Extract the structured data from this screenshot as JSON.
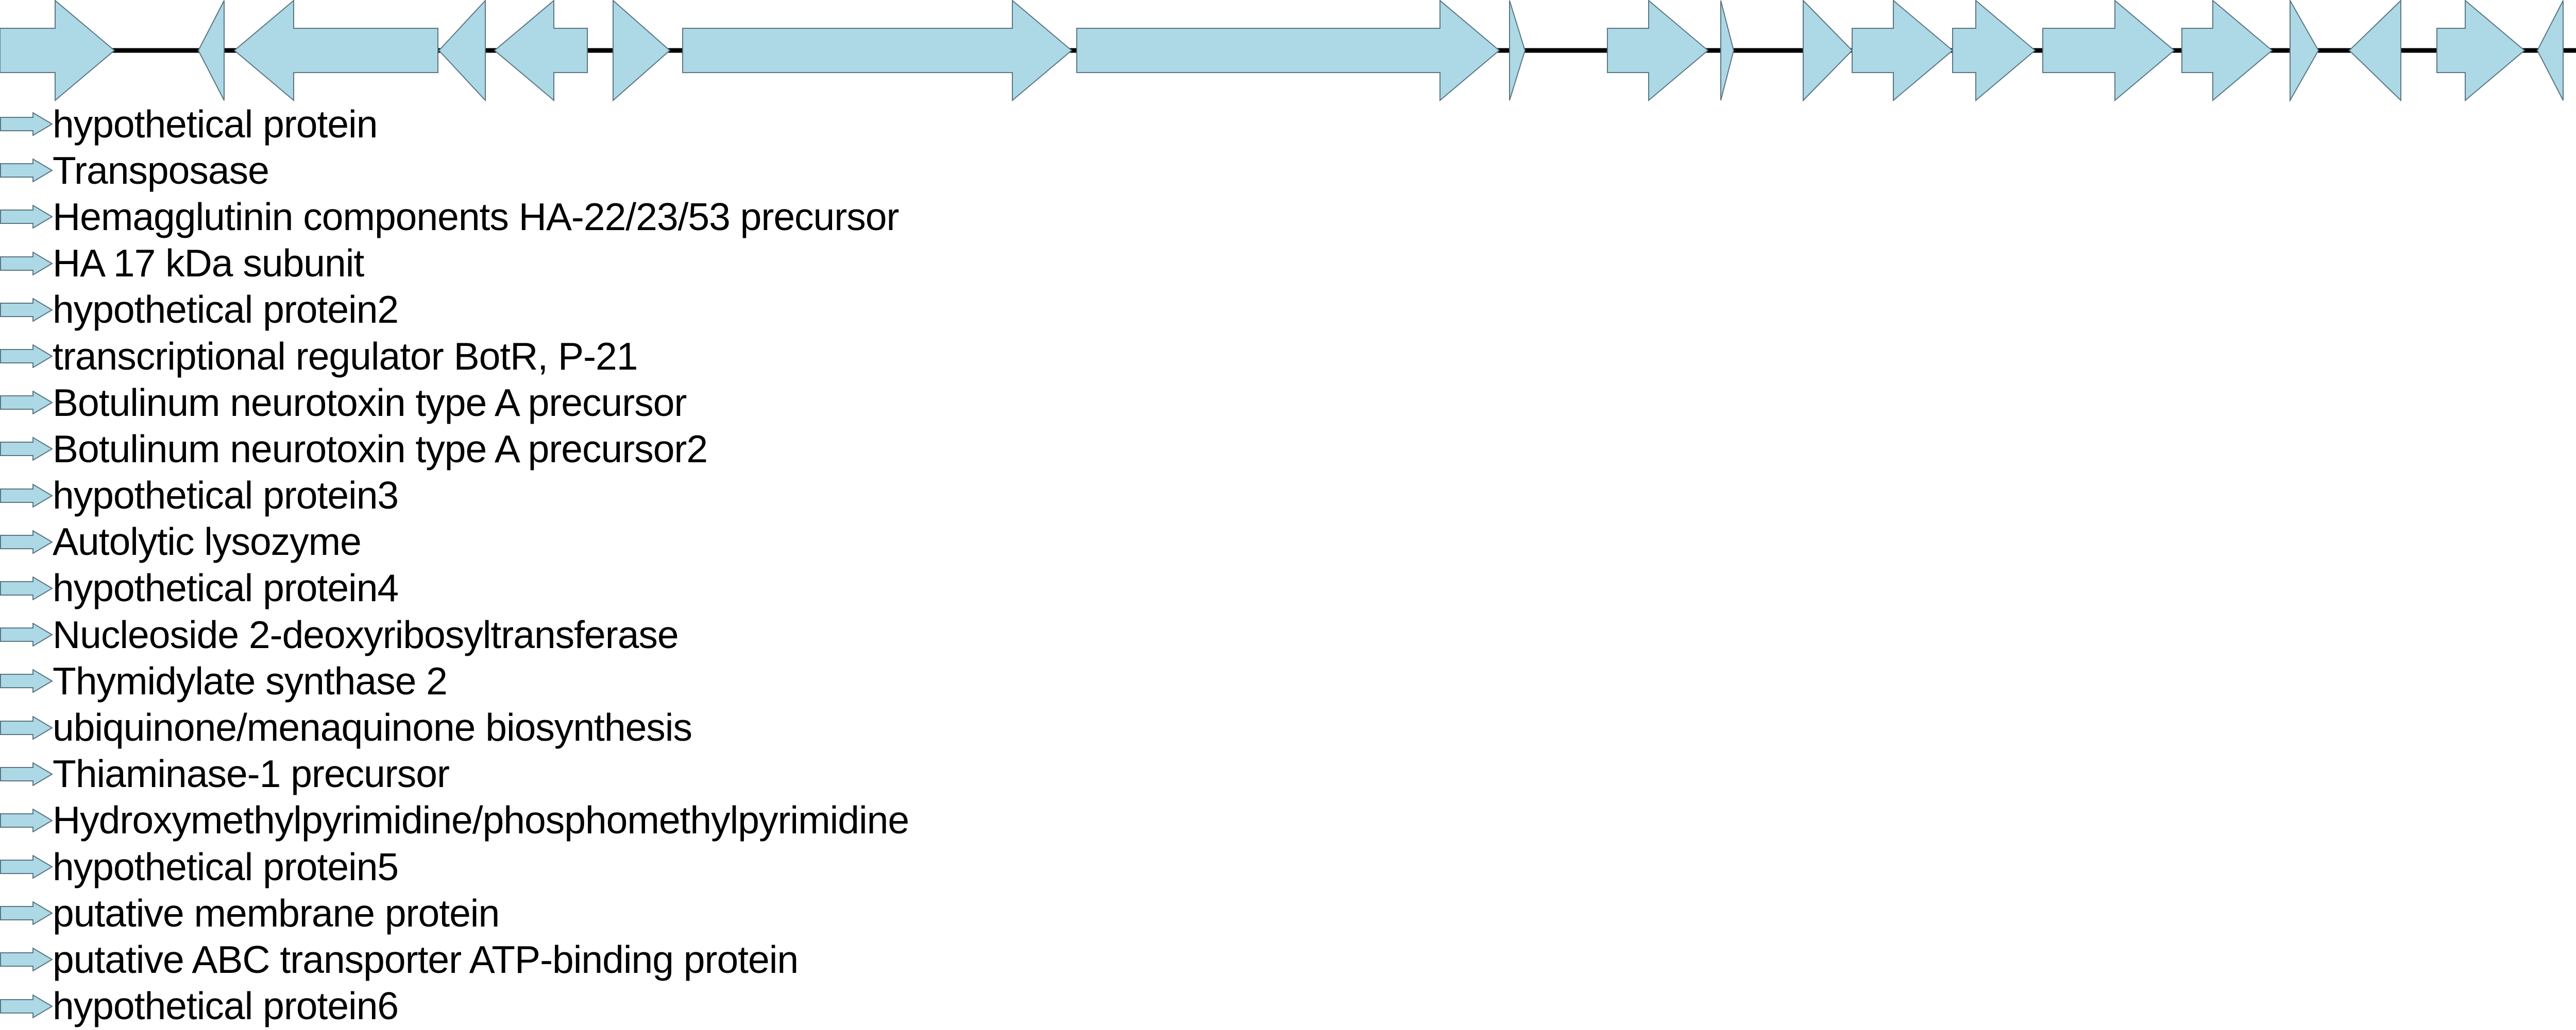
{
  "colors": {
    "gene_fill": "#add8e6",
    "gene_stroke": "#5a7682",
    "backbone": "#000000",
    "text": "#000000"
  },
  "genes": [
    {
      "name": "hypothetical protein",
      "start": 0,
      "end": 222,
      "strand": "+"
    },
    {
      "name": "Transposase",
      "start": 385,
      "end": 435,
      "strand": "-"
    },
    {
      "name": "Hemagglutinin components HA-22/23/53 precursor",
      "start": 455,
      "end": 850,
      "strand": "-"
    },
    {
      "name": "HA 17 kDa subunit",
      "start": 852,
      "end": 942,
      "strand": "-"
    },
    {
      "name": "hypothetical protein2",
      "start": 960,
      "end": 1140,
      "strand": "-"
    },
    {
      "name": "transcriptional regulator BotR, P-21",
      "start": 1190,
      "end": 1300,
      "strand": "+"
    },
    {
      "name": "Botulinum neurotoxin type A precursor",
      "start": 1325,
      "end": 2080,
      "strand": "+"
    },
    {
      "name": "Botulinum neurotoxin type A precursor2",
      "start": 2090,
      "end": 2910,
      "strand": "+"
    },
    {
      "name": "hypothetical protein3",
      "start": 2930,
      "end": 2960,
      "strand": "+"
    },
    {
      "name": "Autolytic lysozyme",
      "start": 3120,
      "end": 3315,
      "strand": "+"
    },
    {
      "name": "hypothetical protein4",
      "start": 3340,
      "end": 3365,
      "strand": "+"
    },
    {
      "name": "Nucleoside 2-deoxyribosyltransferase",
      "start": 3500,
      "end": 3595,
      "strand": "+"
    },
    {
      "name": "Thymidylate synthase 2",
      "start": 3595,
      "end": 3790,
      "strand": "+"
    },
    {
      "name": "ubiquinone/menaquinone biosynthesis",
      "start": 3790,
      "end": 3950,
      "strand": "+"
    },
    {
      "name": "Thiaminase-1 precursor",
      "start": 3965,
      "end": 4220,
      "strand": "+"
    },
    {
      "name": "Hydroxymethylpyrimidine/phosphomethylpyrimidine",
      "start": 4235,
      "end": 4410,
      "strand": "+"
    },
    {
      "name": "hypothetical protein5",
      "start": 4445,
      "end": 4500,
      "strand": "+"
    },
    {
      "name": "putative membrane protein",
      "start": 4560,
      "end": 4660,
      "strand": "-"
    },
    {
      "name": "putative ABC transporter ATP-binding protein",
      "start": 4730,
      "end": 4900,
      "strand": "+"
    },
    {
      "name": "hypothetical protein6",
      "start": 4925,
      "end": 4975,
      "strand": "-"
    }
  ]
}
